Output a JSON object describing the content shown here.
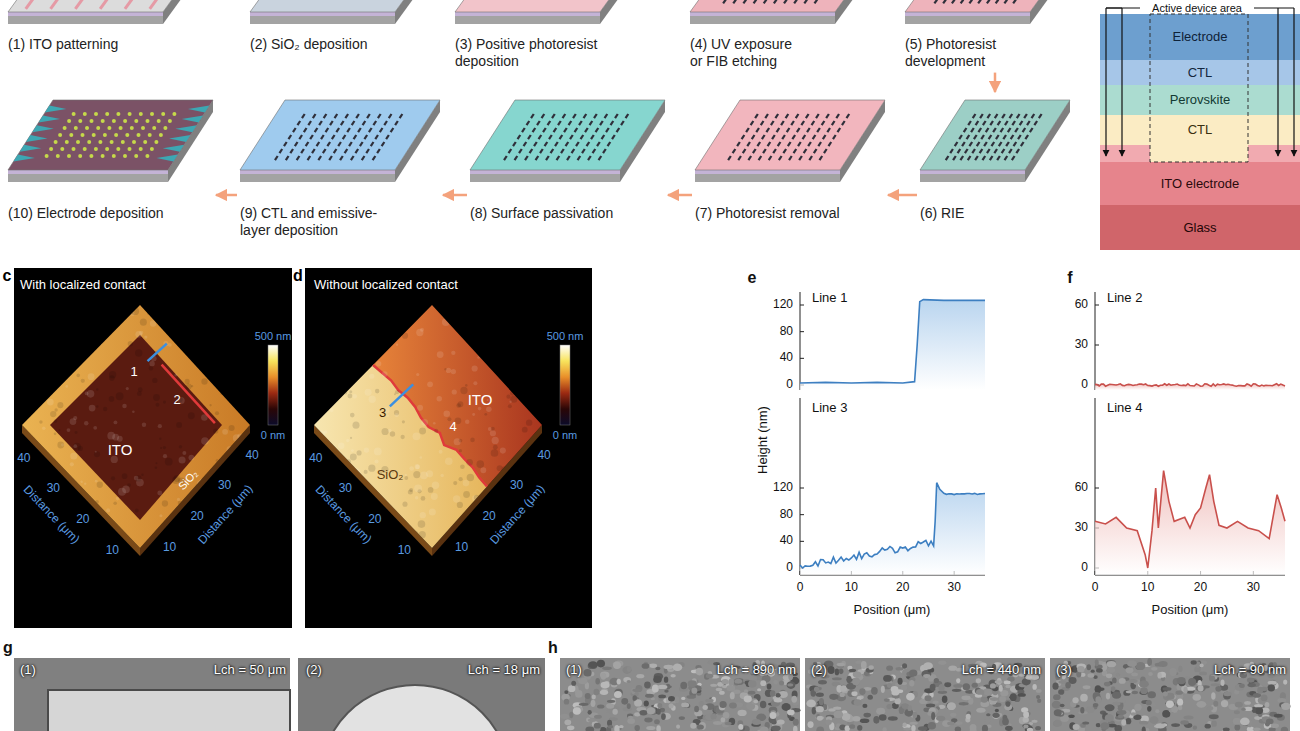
{
  "diagram": {
    "nodes": [
      {
        "text": [
          "(1) ITO patterning"
        ]
      },
      {
        "text": [
          "(2) SiO₂ deposition"
        ]
      },
      {
        "text": [
          "(3) Positive photoresist deposition"
        ]
      },
      {
        "text": [
          "(4) UV exposure or FIB etching"
        ]
      },
      {
        "text": [
          "(5) Photoresist development"
        ]
      },
      {
        "text": [
          "(10) Electrode deposition"
        ]
      },
      {
        "text": [
          "(9) CTL and emissive-layer deposition"
        ]
      },
      {
        "text": [
          "(8) Surface passivation"
        ]
      },
      {
        "text": [
          "(7) Photoresist removal"
        ]
      },
      {
        "text": [
          "(6) RIE"
        ]
      },
      {
        "text": [
          "Electrode"
        ]
      },
      {
        "text": [
          "CTL"
        ]
      },
      {
        "text": [
          "Perovskite"
        ]
      },
      {
        "text": [
          "CTL"
        ]
      },
      {
        "text": [
          "ITO electrode"
        ]
      },
      {
        "text": [
          "Glass"
        ]
      }
    ],
    "edges": [
      {
        "from": 4,
        "to": 9,
        "arrow": "to"
      },
      {
        "from": 9,
        "to": 8,
        "arrow": "to"
      },
      {
        "from": 8,
        "to": 7,
        "arrow": "to"
      },
      {
        "from": 7,
        "to": 6,
        "arrow": "to"
      },
      {
        "from": 6,
        "to": 5,
        "arrow": "to"
      }
    ],
    "labels": [
      "Active device area",
      "c",
      "With localized contact",
      "500 nm",
      "0 nm",
      "1",
      "2",
      "ITO",
      "SiO₂",
      "40",
      "30",
      "20",
      "10",
      "Distance (μm)",
      "10",
      "20",
      "30",
      "40",
      "Distance (μm)",
      "d",
      "Without localized contact",
      "500 nm",
      "0 nm",
      "3",
      "4",
      "ITO",
      "SiO₂",
      "40",
      "30",
      "20",
      "10",
      "Distance (μm)",
      "10",
      "20",
      "30",
      "40",
      "Distance (μm)",
      "e",
      "Line 1",
      "120",
      "80",
      "40",
      "0",
      "Line 3",
      "120",
      "80",
      "40",
      "0",
      "0",
      "10",
      "20",
      "30",
      "Height (nm)",
      "Position (μm)",
      "f",
      "Line 2",
      "60",
      "30",
      "0",
      "Line 4",
      "60",
      "30",
      "0",
      "0",
      "10",
      "20",
      "30",
      "Position (μm)",
      "g",
      "(1)",
      "Lch = 50 μm",
      "(2)",
      "Lch = 18 μm",
      "h",
      "(1)",
      "Lch = 890 nm",
      "(2)",
      "Lch = 440 nm",
      "(3)",
      "Lch = 90 nm"
    ]
  }
}
